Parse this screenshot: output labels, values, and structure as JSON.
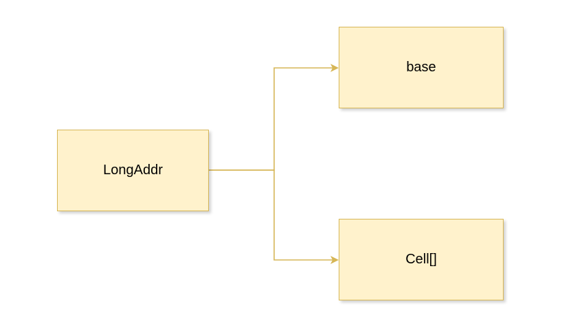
{
  "diagram": {
    "nodes": [
      {
        "id": "longaddr",
        "label": "LongAddr"
      },
      {
        "id": "base",
        "label": "base"
      },
      {
        "id": "cell",
        "label": "Cell[]"
      }
    ],
    "edges": [
      {
        "from": "longaddr",
        "to": "base"
      },
      {
        "from": "longaddr",
        "to": "cell"
      }
    ],
    "colors": {
      "node_fill": "#fff2cc",
      "node_stroke": "#d6b656",
      "edge_stroke": "#d6b656"
    }
  }
}
